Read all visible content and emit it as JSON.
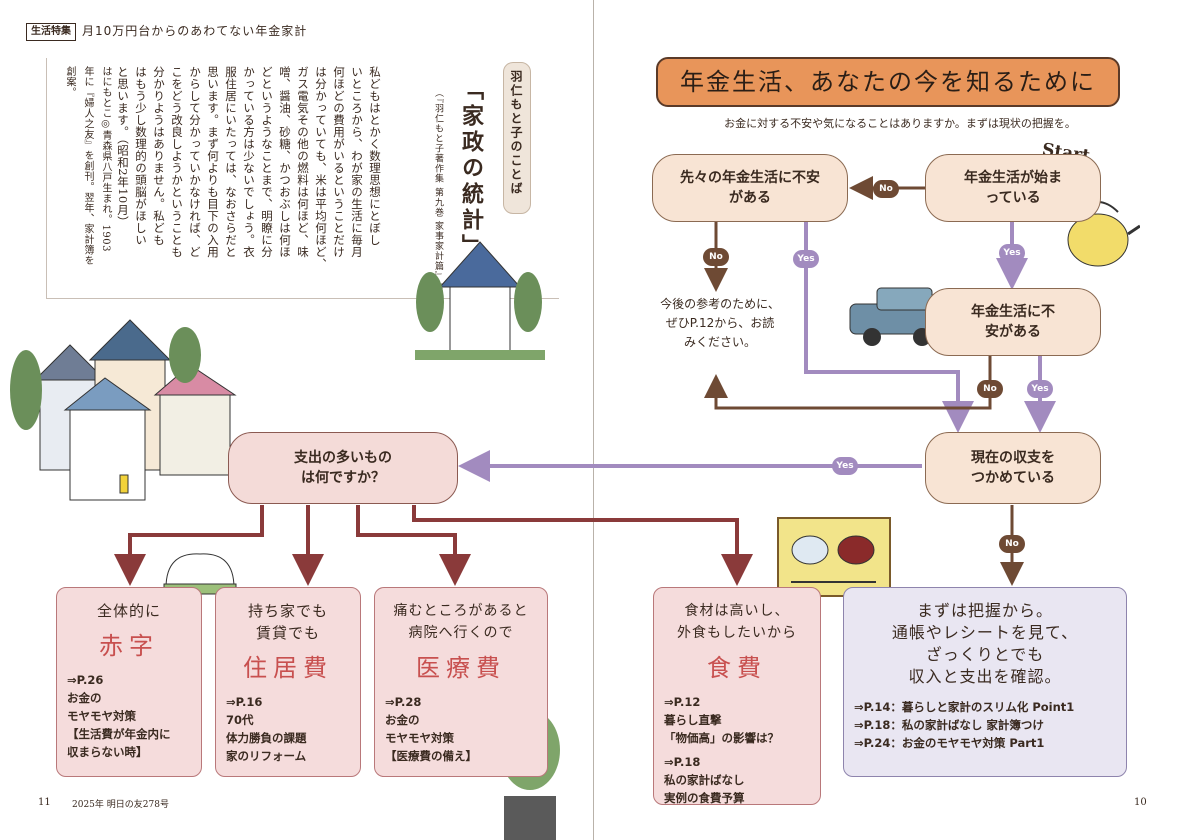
{
  "header": {
    "category": "生活特集",
    "title": "月10万円台からのあわてない年金家計"
  },
  "quote": {
    "author": "羽仁もと子のことば",
    "title": "「家政の統計」",
    "source": "（『羽仁もと子著作集 第九巻 家事家計篇』より）",
    "body": [
      "私どもはとかく数理思想にとぼし",
      "いところから、わが家の生活に毎月",
      "何ほどの費用がいるということだけ",
      "は分かっていても、米は平均何ほど、",
      "ガス電気その他の燃料は何ほど、味",
      "噌、醤油、砂糖、かつおぶしは何ほ",
      "どというようなことまで、明瞭に分",
      "かっている方は少ないでしょう。衣",
      "服住居にいたっては、なおさらだと",
      "思います。まず何よりも目下の入用",
      "からして分かっていかなければ、ど",
      "こをどう改良しようかということも",
      "分かりようはありません。私ども",
      "はもう少し数理的の頭脳がほしい",
      "と思います。（昭和2年10月）",
      "はにもとこ◎青森県八戸生まれ。1903",
      "年に『婦人之友』を創刊。翌年、家計簿を",
      "創案。"
    ]
  },
  "flow": {
    "title": "年金生活、あなたの今を知るために",
    "intro": "お金に対する不安や気になることはありますか。まずは現状の把握を。",
    "start": "Start",
    "n1": "年金生活が始まっている",
    "n2": "先々の年金生活に不安がある",
    "n3": "年金生活に不安がある",
    "n4": "現在の収支をつかめている",
    "n5": "支出の多いものは何ですか？",
    "advise": "今後の参考のために、ぜひP.12から、お読みください。",
    "yes": "Yes",
    "no": "No"
  },
  "cards": [
    {
      "top": "全体的に",
      "big": "赤字",
      "refs": [
        [
          "⇒P.26",
          "お金の",
          "モヤモヤ対策",
          "【生活費が年金内に",
          "収まらない時】"
        ]
      ]
    },
    {
      "top": "持ち家でも\n賃貸でも",
      "big": "住居費",
      "refs": [
        [
          "⇒P.16",
          "70代",
          "体力勝負の課題",
          "家のリフォーム"
        ]
      ]
    },
    {
      "top": "痛むところがあると\n病院へ行くので",
      "big": "医療費",
      "refs": [
        [
          "⇒P.28",
          "お金の",
          "モヤモヤ対策",
          "【医療費の備え】"
        ]
      ]
    },
    {
      "top": "食材は高いし、\n外食もしたいから",
      "big": "食費",
      "refs": [
        [
          "⇒P.12",
          "暮らし直撃",
          "「物価高」の影響は？"
        ],
        [
          "⇒P.18",
          "私の家計ばなし",
          "実例の食費予算"
        ]
      ]
    }
  ],
  "final_card": {
    "lines": [
      "まずは把握から。",
      "通帳やレシートを見て、",
      "ざっくりとでも",
      "収入と支出を確認。"
    ],
    "refs": [
      "⇒P.14：暮らしと家計のスリム化 Point1",
      "⇒P.18：私の家計ばなし 家計簿つけ",
      "⇒P.24：お金のモヤモヤ対策 Part1"
    ]
  },
  "footer": {
    "left_page": "11",
    "issue": "2025年 明日の友278号",
    "right_page": "10"
  },
  "colors": {
    "orange": "#e8955a",
    "no": "#6e4a34",
    "yes": "#a28bbf",
    "arrow_red": "#8a3a3a"
  }
}
